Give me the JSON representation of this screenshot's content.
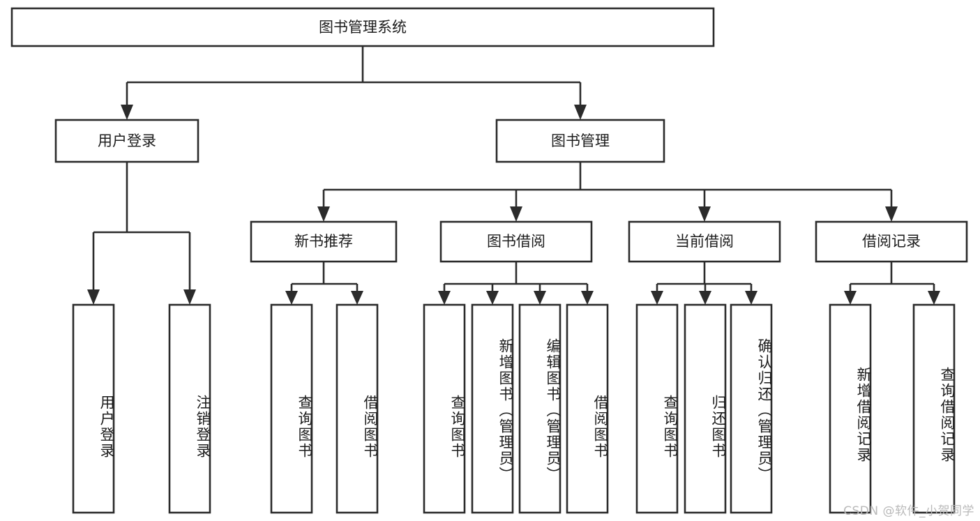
{
  "diagram": {
    "type": "tree-hierarchy",
    "title": "图书管理系统",
    "orientation": "top-down",
    "colors": {
      "box_fill": "#ffffff",
      "box_stroke": "#2b2b2b",
      "text": "#1c1c1c",
      "background": "#ffffff",
      "watermark": "#b9b9b9"
    },
    "root": {
      "label": "图书管理系统"
    },
    "level2": [
      {
        "label": "用户登录"
      },
      {
        "label": "图书管理"
      }
    ],
    "level3": [
      {
        "label": "新书推荐"
      },
      {
        "label": "图书借阅"
      },
      {
        "label": "当前借阅"
      },
      {
        "label": "借阅记录"
      }
    ],
    "leaves": {
      "user_login": [
        {
          "label": "用户登录"
        },
        {
          "label": "注销登录"
        }
      ],
      "new_book_recommend": [
        {
          "label": "查询图书"
        },
        {
          "label": "借阅图书"
        }
      ],
      "book_borrow": [
        {
          "label": "查询图书"
        },
        {
          "label": "新增图书（管理员）"
        },
        {
          "label": "编辑图书（管理员）"
        },
        {
          "label": "借阅图书"
        }
      ],
      "current_borrow": [
        {
          "label": "查询图书"
        },
        {
          "label": "归还图书"
        },
        {
          "label": "确认归还（管理员）"
        }
      ],
      "borrow_record": [
        {
          "label": "新增借阅记录"
        },
        {
          "label": "查询借阅记录"
        }
      ]
    }
  },
  "watermark": {
    "text": "CSDN @软件_小贺同学"
  }
}
